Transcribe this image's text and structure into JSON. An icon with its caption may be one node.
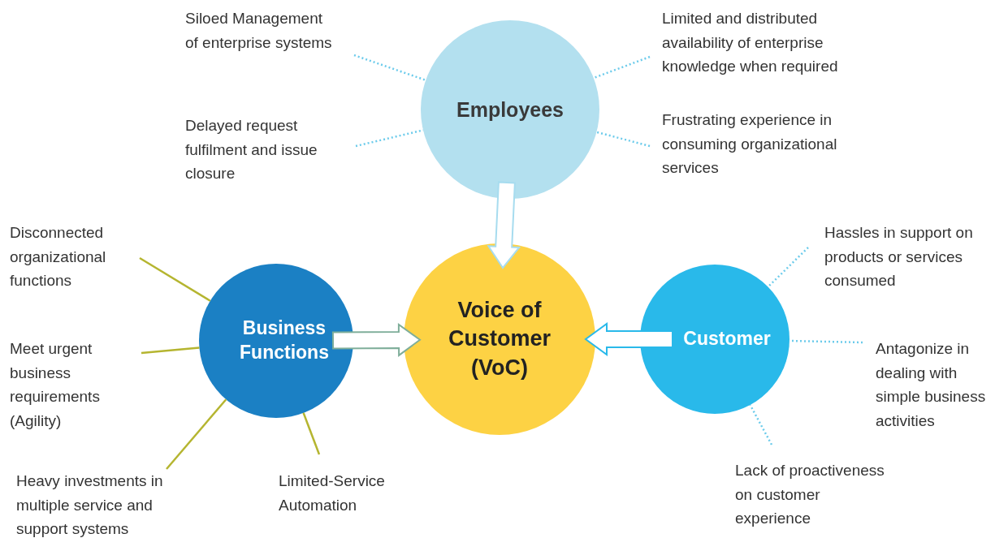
{
  "diagram": {
    "nodes": [
      {
        "text": [
          "Employees"
        ]
      },
      {
        "text": [
          "Voice of Customer (VoC)"
        ]
      },
      {
        "text": [
          "Business Functions"
        ]
      },
      {
        "text": [
          "Customer"
        ]
      },
      {
        "text": [
          "Siloed Management of enterprise systems"
        ]
      },
      {
        "text": [
          "Delayed request fulfilment and issue closure"
        ]
      },
      {
        "text": [
          "Limited and distributed availability of enterprise knowledge when required"
        ]
      },
      {
        "text": [
          "Frustrating experience in consuming organizational services"
        ]
      },
      {
        "text": [
          "Disconnected organizational functions"
        ]
      },
      {
        "text": [
          "Meet urgent business requirements (Agility)"
        ]
      },
      {
        "text": [
          "Heavy investments in multiple service and support systems"
        ]
      },
      {
        "text": [
          "Limited-Service Automation"
        ]
      },
      {
        "text": [
          "Hassles in support on products or services consumed"
        ]
      },
      {
        "text": [
          "Antagonize in dealing with simple business activities"
        ]
      },
      {
        "text": [
          "Lack of proactiveness on customer experience"
        ]
      }
    ],
    "edges": [
      {
        "from": 0,
        "to": 1,
        "arrow": "to",
        "style": "thick",
        "color": "#a7dcef"
      },
      {
        "from": 2,
        "to": 1,
        "arrow": "to",
        "style": "thick",
        "color": "#7fae9a"
      },
      {
        "from": 3,
        "to": 1,
        "arrow": "to",
        "style": "thick",
        "color": "#29b9ea"
      },
      {
        "from": 4,
        "to": 0,
        "arrow": "none",
        "style": "dashed"
      },
      {
        "from": 5,
        "to": 0,
        "arrow": "none",
        "style": "dashed"
      },
      {
        "from": 6,
        "to": 0,
        "arrow": "none",
        "style": "dashed"
      },
      {
        "from": 7,
        "to": 0,
        "arrow": "none",
        "style": "dashed"
      },
      {
        "from": 8,
        "to": 2,
        "arrow": "none",
        "color": "#b5b530"
      },
      {
        "from": 9,
        "to": 2,
        "arrow": "none",
        "color": "#b5b530"
      },
      {
        "from": 10,
        "to": 2,
        "arrow": "none",
        "color": "#b5b530"
      },
      {
        "from": 11,
        "to": 2,
        "arrow": "none",
        "color": "#b5b530"
      },
      {
        "from": 12,
        "to": 3,
        "arrow": "none",
        "style": "dashed"
      },
      {
        "from": 13,
        "to": 3,
        "arrow": "none",
        "style": "dashed"
      },
      {
        "from": 14,
        "to": 3,
        "arrow": "none",
        "style": "dashed"
      }
    ]
  }
}
